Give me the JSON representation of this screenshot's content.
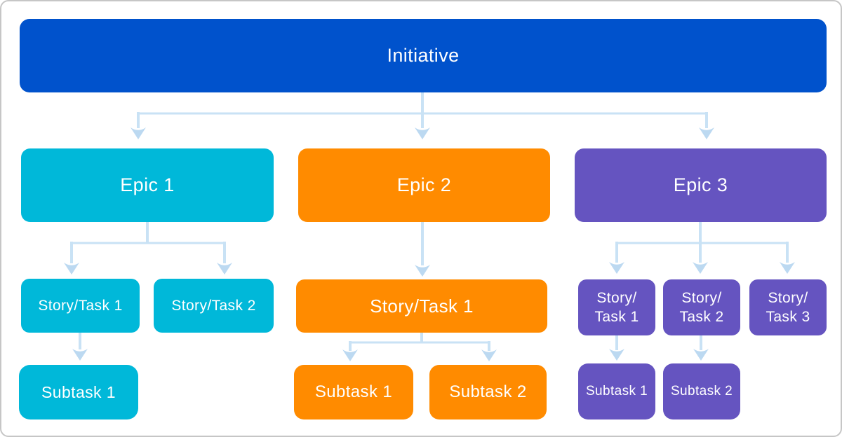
{
  "palette": {
    "initiative_blue": "#0052CC",
    "epic1_teal": "#00B8D9",
    "epic2_orange": "#FF8B00",
    "epic3_purple": "#6554C0",
    "connector_blue": "#C9E2F5",
    "connector_head": "#BCD9F1",
    "node_text": "#FFFFFF",
    "frame_border": "#C6C6C6",
    "background": "#FFFFFF"
  },
  "diagram": {
    "root_label": "Initiative",
    "columns": [
      {
        "epic_label": "Epic 1",
        "stories": [
          "Story/Task 1",
          "Story/Task 2"
        ],
        "subtasks": [
          "Subtask 1"
        ]
      },
      {
        "epic_label": "Epic 2",
        "stories": [
          "Story/Task 1"
        ],
        "subtasks": [
          "Subtask 1",
          "Subtask 2"
        ]
      },
      {
        "epic_label": "Epic 3",
        "stories": [
          "Story/\nTask 1",
          "Story/\nTask 2",
          "Story/\nTask 3"
        ],
        "subtasks": [
          "Subtask 1",
          "Subtask 2"
        ]
      }
    ]
  }
}
